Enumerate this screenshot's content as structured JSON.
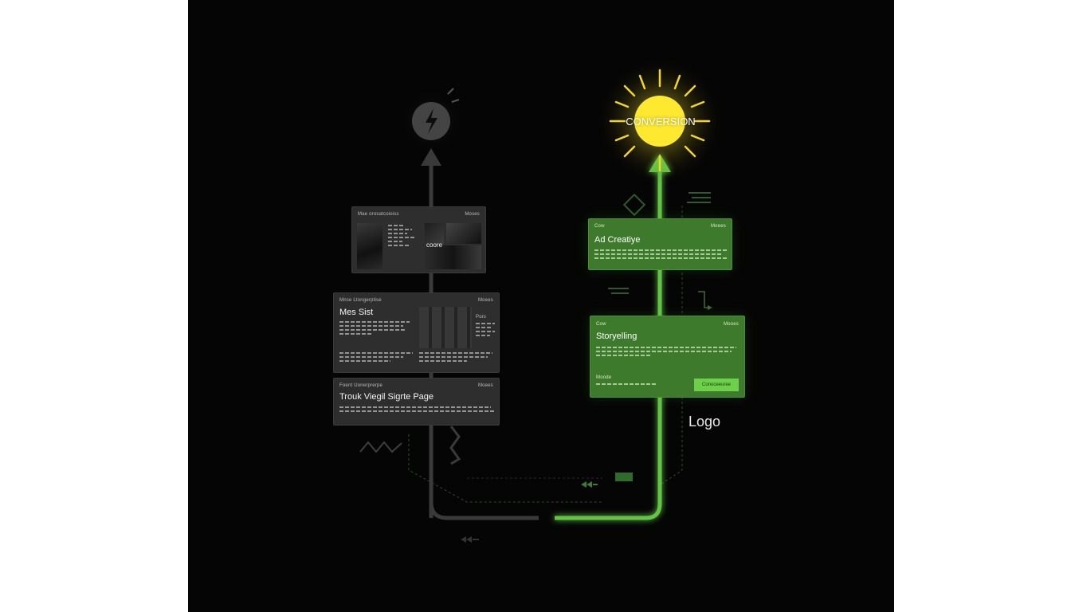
{
  "sun": {
    "label": "CONVERSION"
  },
  "logo_label": "Logo",
  "cards_dark": [
    {
      "tag_left": "Mae orosatcoioiss",
      "tag_right": "Moses",
      "thumb_label": "coore"
    },
    {
      "tag_left": "Mnse Ltongerptise",
      "tag_right": "Moees",
      "title": "Mes Sist",
      "side_label": "Pors"
    },
    {
      "tag_left": "Foent Uonerprerpe",
      "tag_right": "Moees",
      "title": "Trouk Viegil Sigrte Page"
    }
  ],
  "cards_green": [
    {
      "tag_left": "Cow",
      "tag_right": "Moees",
      "title": "Ad Creatiye"
    },
    {
      "tag_left": "Cow",
      "tag_right": "Mooes",
      "title": "Storyelling",
      "sub_label": "Moode",
      "button": "Conoceeuree"
    }
  ],
  "colors": {
    "accent_green": "#6cd04a",
    "sun_yellow": "#ffe830",
    "path_gray": "#3a3a3a",
    "background": "#050505"
  }
}
